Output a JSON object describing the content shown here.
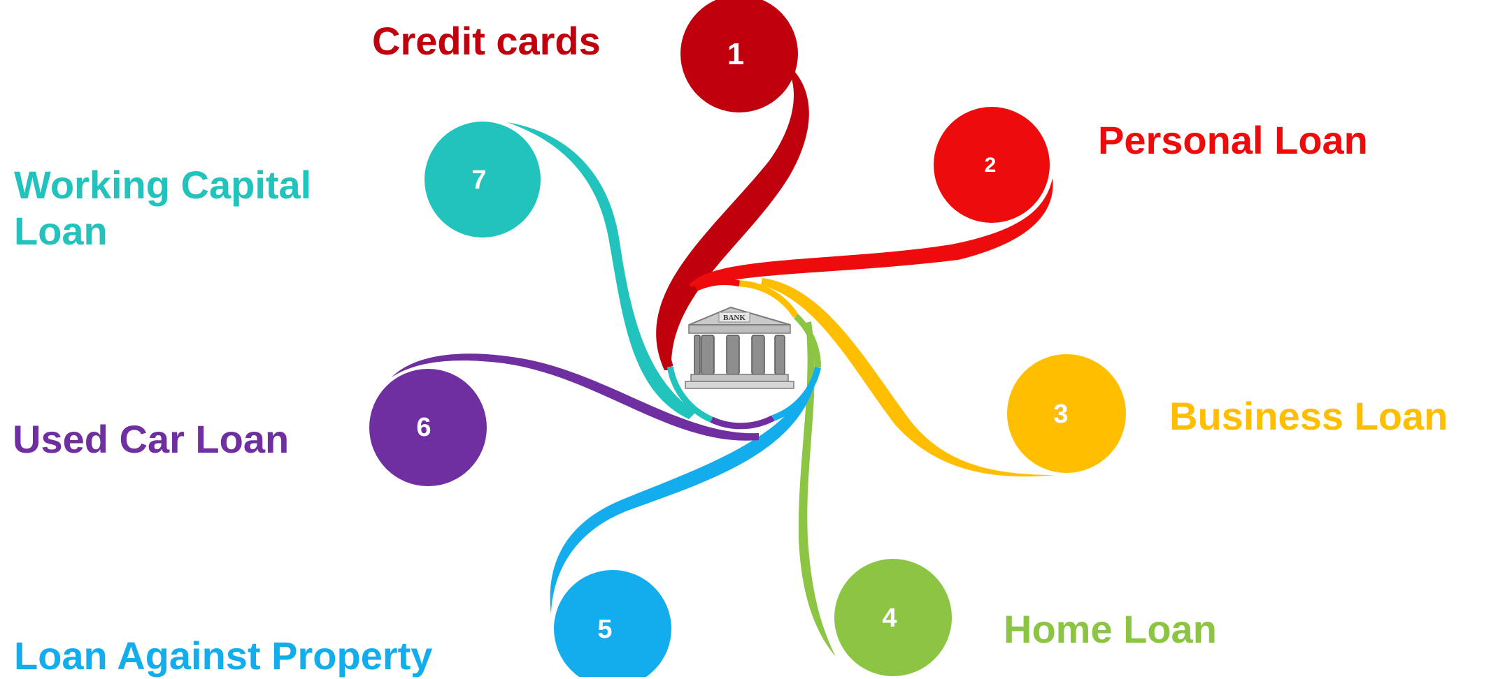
{
  "center": {
    "icon": "bank-building-icon",
    "sign": "BANK"
  },
  "items": [
    {
      "number": "1",
      "label": "Credit cards",
      "color": "#C0000D"
    },
    {
      "number": "2",
      "label": "Personal Loan",
      "color": "#EE0B0B"
    },
    {
      "number": "3",
      "label": "Business Loan",
      "color": "#FFBF00"
    },
    {
      "number": "4",
      "label": "Home Loan",
      "color": "#8CC543"
    },
    {
      "number": "5",
      "label": "Loan Against Property",
      "color": "#13ADED"
    },
    {
      "number": "6",
      "label": "Used Car Loan",
      "color": "#702FA0"
    },
    {
      "number": "7",
      "label": "Working Capital Loan",
      "color": "#22C3BC"
    }
  ]
}
